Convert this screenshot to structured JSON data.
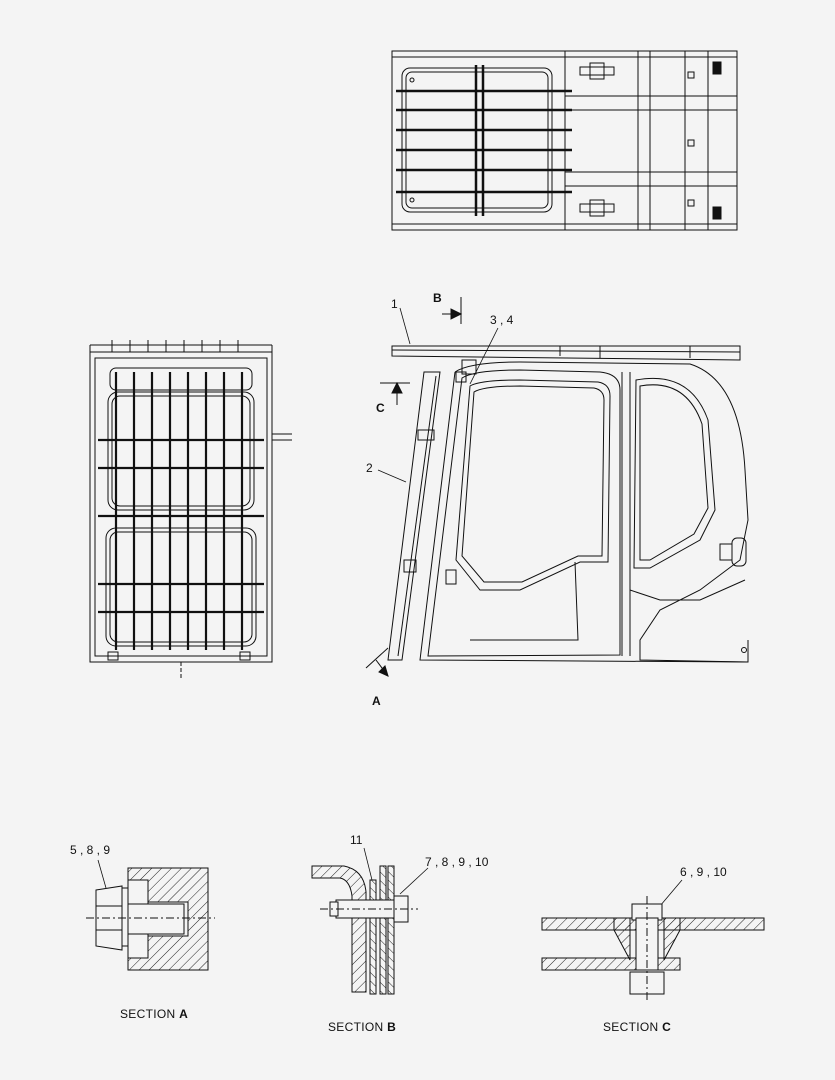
{
  "callouts": {
    "c1": "1",
    "c2": "2",
    "c34": "3 , 4",
    "sa": "5 , 8 , 9",
    "sb1": "11",
    "sb2": "7 , 8 , 9 , 10",
    "sc": "6 , 9 , 10"
  },
  "markers": {
    "a": "A",
    "b": "B",
    "c": "C"
  },
  "sections": {
    "a_prefix": "SECTION",
    "a_letter": "A",
    "b_prefix": "SECTION",
    "b_letter": "B",
    "c_prefix": "SECTION",
    "c_letter": "C"
  },
  "colors": {
    "line": "#111111",
    "paper": "#f4f4f4"
  }
}
